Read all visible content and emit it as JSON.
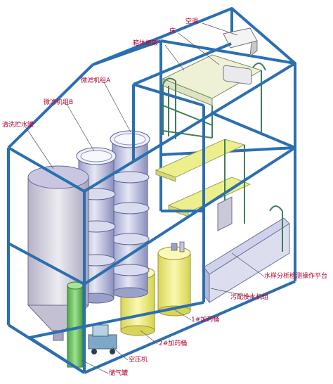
{
  "labels": {
    "air_conditioner": "空调",
    "bed": "床",
    "frame": "箱体框架",
    "filter_a": "微滤机组A",
    "filter_b": "微滤机组B",
    "clean_tank": "清洗贮水罐",
    "platform": "水样分析检测操作平台",
    "dosing_unit": "污配投水机组",
    "tank1": "1#加药桶",
    "tank2": "2#加药桶",
    "compressor": "空压机",
    "gas_tank": "储气罐"
  },
  "colors": {
    "frame": "#2b6fb0",
    "label": "#b3002d",
    "tank_yellow": "#f6f28a",
    "shelf": "#ecef8c",
    "gas_tank": "#7bc96a",
    "bed": "#eef1d6",
    "pipe": "#c7c6e6"
  }
}
